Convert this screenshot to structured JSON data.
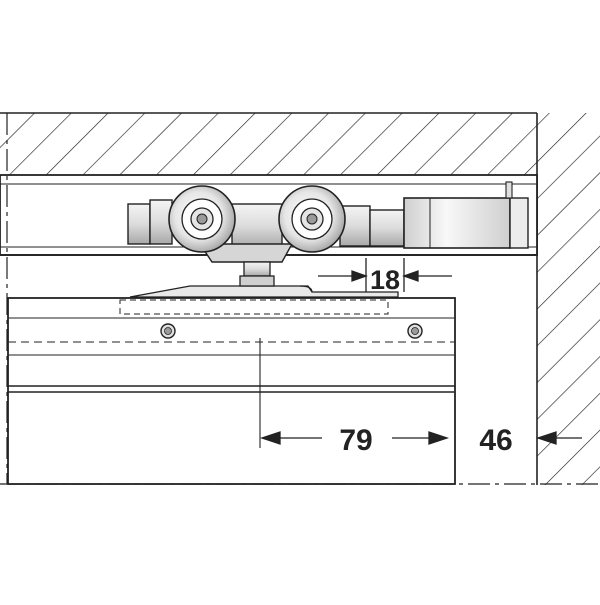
{
  "drawing": {
    "dimensions": {
      "gap": "18",
      "offset_center": "79",
      "offset_wall": "46"
    },
    "colors": {
      "line": "#222222",
      "fill_light": "#f2f2f2",
      "fill_mid": "#d9d9d9",
      "fill_dark": "#9a9a9a",
      "background": "#ffffff"
    }
  }
}
